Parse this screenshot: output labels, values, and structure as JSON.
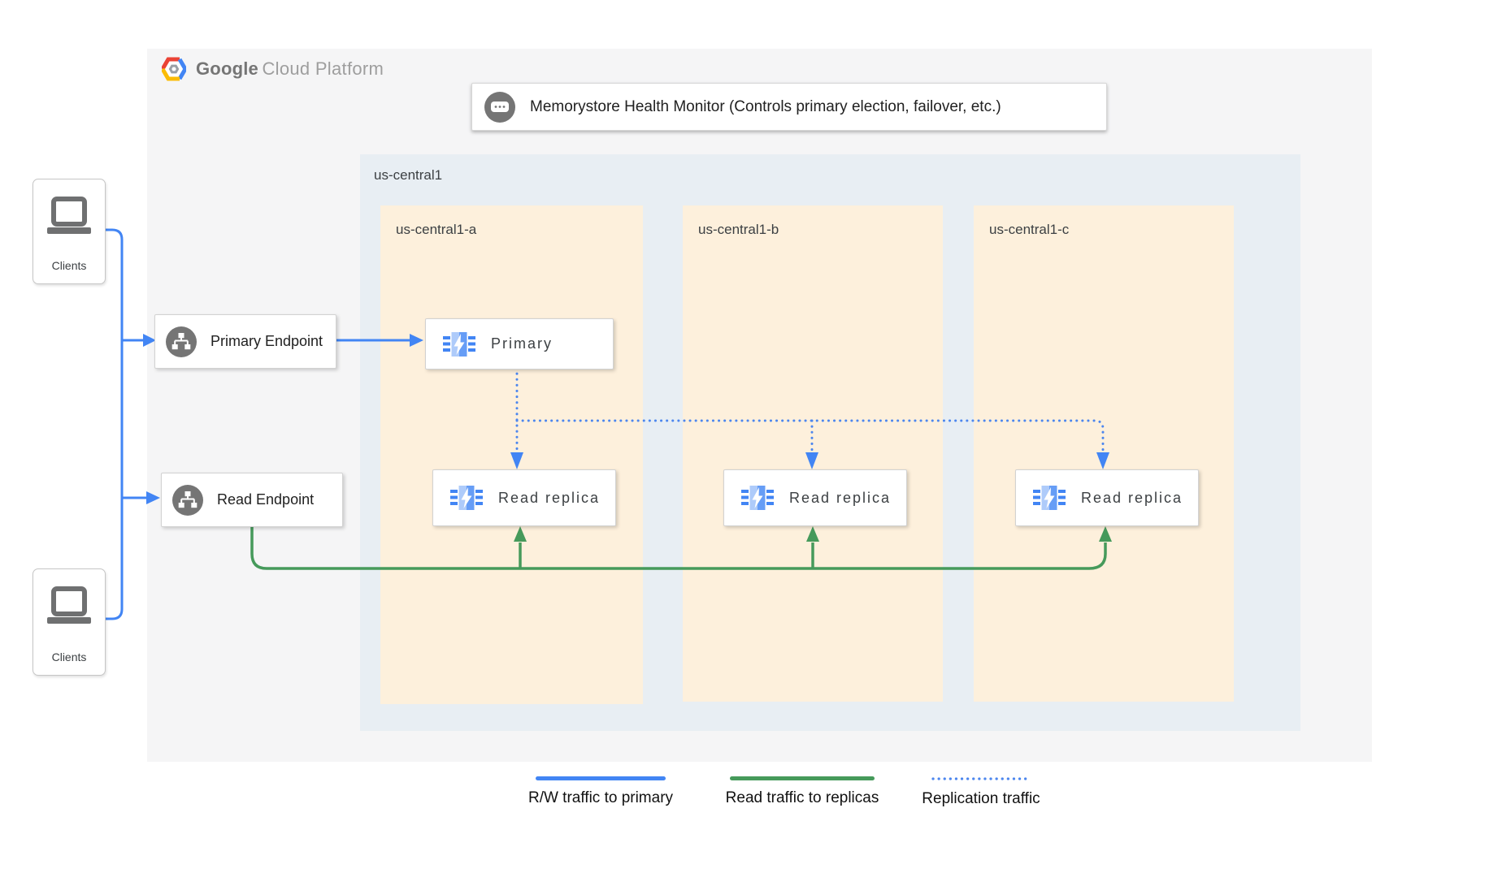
{
  "brand": {
    "google": "Google",
    "cloud_platform": "Cloud Platform"
  },
  "health_monitor": {
    "label": "Memorystore Health Monitor (Controls primary election, failover, etc.)"
  },
  "region": {
    "label": "us-central1"
  },
  "zones": {
    "a": {
      "label": "us-central1-a"
    },
    "b": {
      "label": "us-central1-b"
    },
    "c": {
      "label": "us-central1-c"
    }
  },
  "endpoints": {
    "primary": {
      "label": "Primary Endpoint"
    },
    "read": {
      "label": "Read Endpoint"
    }
  },
  "instances": {
    "primary": {
      "label": "Primary"
    },
    "replica_a": {
      "label": "Read replica"
    },
    "replica_b": {
      "label": "Read replica"
    },
    "replica_c": {
      "label": "Read replica"
    }
  },
  "clients": {
    "top": {
      "label": "Clients"
    },
    "bottom": {
      "label": "Clients"
    }
  },
  "legend": {
    "rw": {
      "label": "R/W traffic to primary",
      "style": "solid",
      "color": "#4285f4"
    },
    "read": {
      "label": "Read traffic to replicas",
      "style": "solid",
      "color": "#469a5b"
    },
    "replication": {
      "label": "Replication traffic",
      "style": "dotted",
      "color": "#4c86ee"
    }
  },
  "colors": {
    "panel_bg": "#f5f5f6",
    "region_bg": "#e8eef3",
    "zone_bg": "#fdf0dc",
    "blue": "#4285f4",
    "green": "#469a5b",
    "dotted_blue": "#4c86ee",
    "icon_gray": "#757575"
  },
  "icons": {
    "logo": "gcp-hexagon-icon",
    "health_monitor": "ellipsis-bubble-icon",
    "endpoint": "sitemap-icon",
    "instance": "memorystore-chip-bolt-icon",
    "clients": "laptop-icon"
  }
}
